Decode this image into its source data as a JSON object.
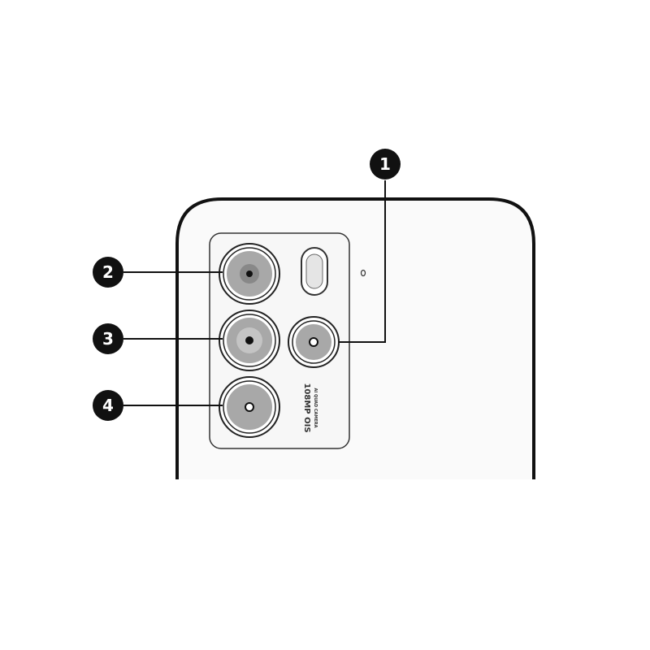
{
  "callouts": [
    {
      "label": "1",
      "target": "flash-ring-lens"
    },
    {
      "label": "2",
      "target": "top-lens"
    },
    {
      "label": "3",
      "target": "middle-lens"
    },
    {
      "label": "4",
      "target": "bottom-lens"
    }
  ],
  "module_text": {
    "main": "108MP OIS",
    "sub": "AI QUAD CAMERA"
  },
  "colors": {
    "outline": "#111111",
    "lens": "#a8a8a8",
    "body": "#fafafa"
  }
}
